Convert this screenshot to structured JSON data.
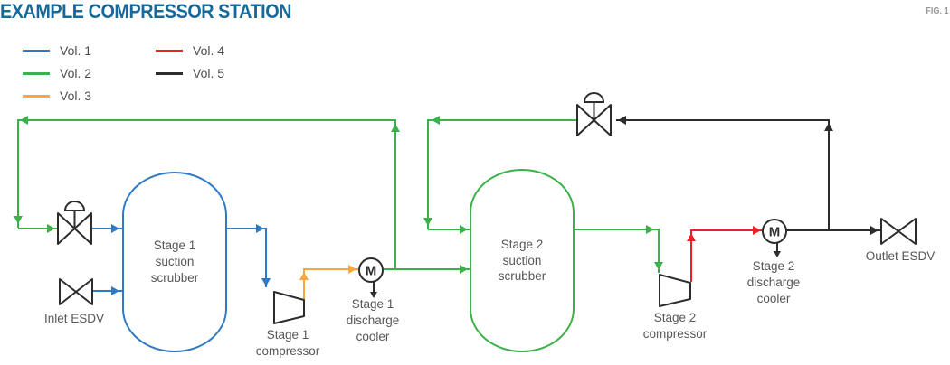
{
  "title": "EXAMPLE COMPRESSOR STATION",
  "figure_label": "FIG. 1",
  "colors": {
    "vol1": "#2f7bc3",
    "vol2": "#3cb14b",
    "vol3": "#f9a63f",
    "vol4": "#ec2027",
    "vol5": "#2e2c2a",
    "title": "#17699a",
    "fig": "#97989a",
    "label": "#56575b"
  },
  "legend": {
    "items": [
      {
        "label": "Vol. 1",
        "color": "vol1"
      },
      {
        "label": "Vol. 2",
        "color": "vol2"
      },
      {
        "label": "Vol. 3",
        "color": "vol3"
      },
      {
        "label": "Vol. 4",
        "color": "vol4"
      },
      {
        "label": "Vol. 5",
        "color": "vol5"
      }
    ]
  },
  "equipment": {
    "stage1_scrubber": {
      "label": "Stage 1\nsuction\nscrubber"
    },
    "stage2_scrubber": {
      "label": "Stage 2\nsuction\nscrubber"
    },
    "stage1_compressor": {
      "label": "Stage 1\ncompressor"
    },
    "stage2_compressor": {
      "label": "Stage 2\ncompressor"
    },
    "stage1_cooler": {
      "label": "Stage 1\ndischarge\ncooler",
      "symbol": "M"
    },
    "stage2_cooler": {
      "label": "Stage 2\ndischarge\ncooler",
      "symbol": "M"
    },
    "inlet_esdv": {
      "label": "Inlet ESDV"
    },
    "outlet_esdv": {
      "label": "Outlet ESDV"
    }
  }
}
